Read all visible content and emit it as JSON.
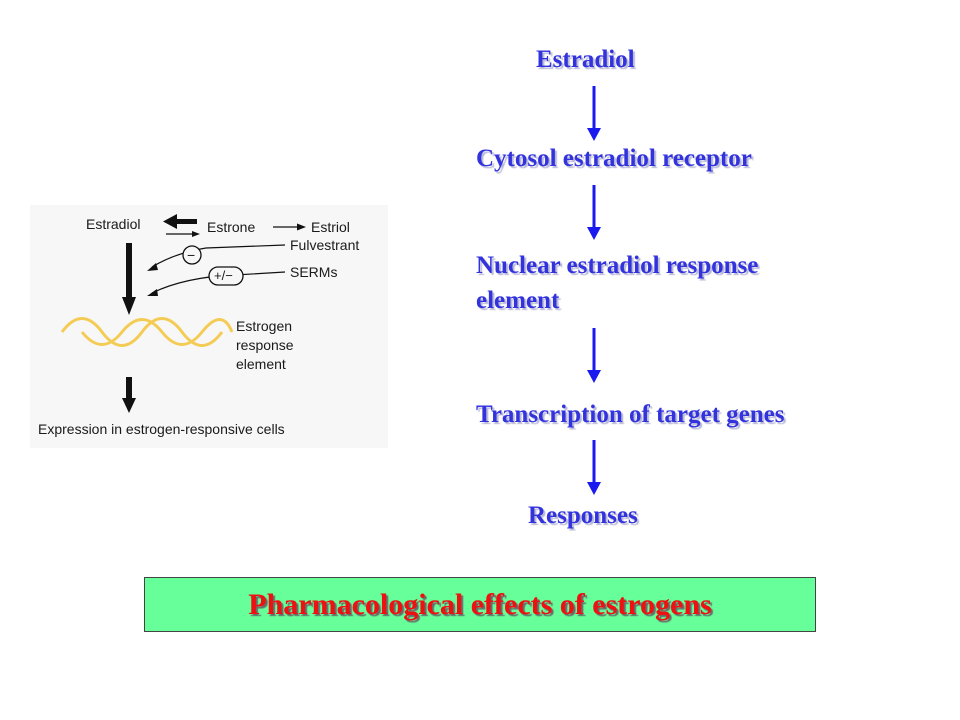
{
  "flowchart": {
    "steps": [
      "Estradiol",
      "Cytosol estradiol receptor",
      "Nuclear estradiol response element",
      "Transcription of target genes",
      "Responses"
    ],
    "nuclear_line1": "Nuclear estradiol response",
    "nuclear_line2": "element",
    "text_color": "#3333dd",
    "arrow_color": "#1a1aee"
  },
  "figure": {
    "estradiol": "Estradiol",
    "estrone": "Estrone",
    "estriol": "Estriol",
    "fulvestrant": "Fulvestrant",
    "serms": "SERMs",
    "minus_symbol": "−",
    "plusminus_symbol": "+/−",
    "ere_line1": "Estrogen",
    "ere_line2": "response",
    "ere_line3": "element",
    "expression": "Expression in estrogen-responsive cells",
    "wave_color": "#f4cc55"
  },
  "title": {
    "text": "Pharmacological effects of estrogens",
    "background": "#66ff99",
    "text_color": "#ee1111"
  }
}
